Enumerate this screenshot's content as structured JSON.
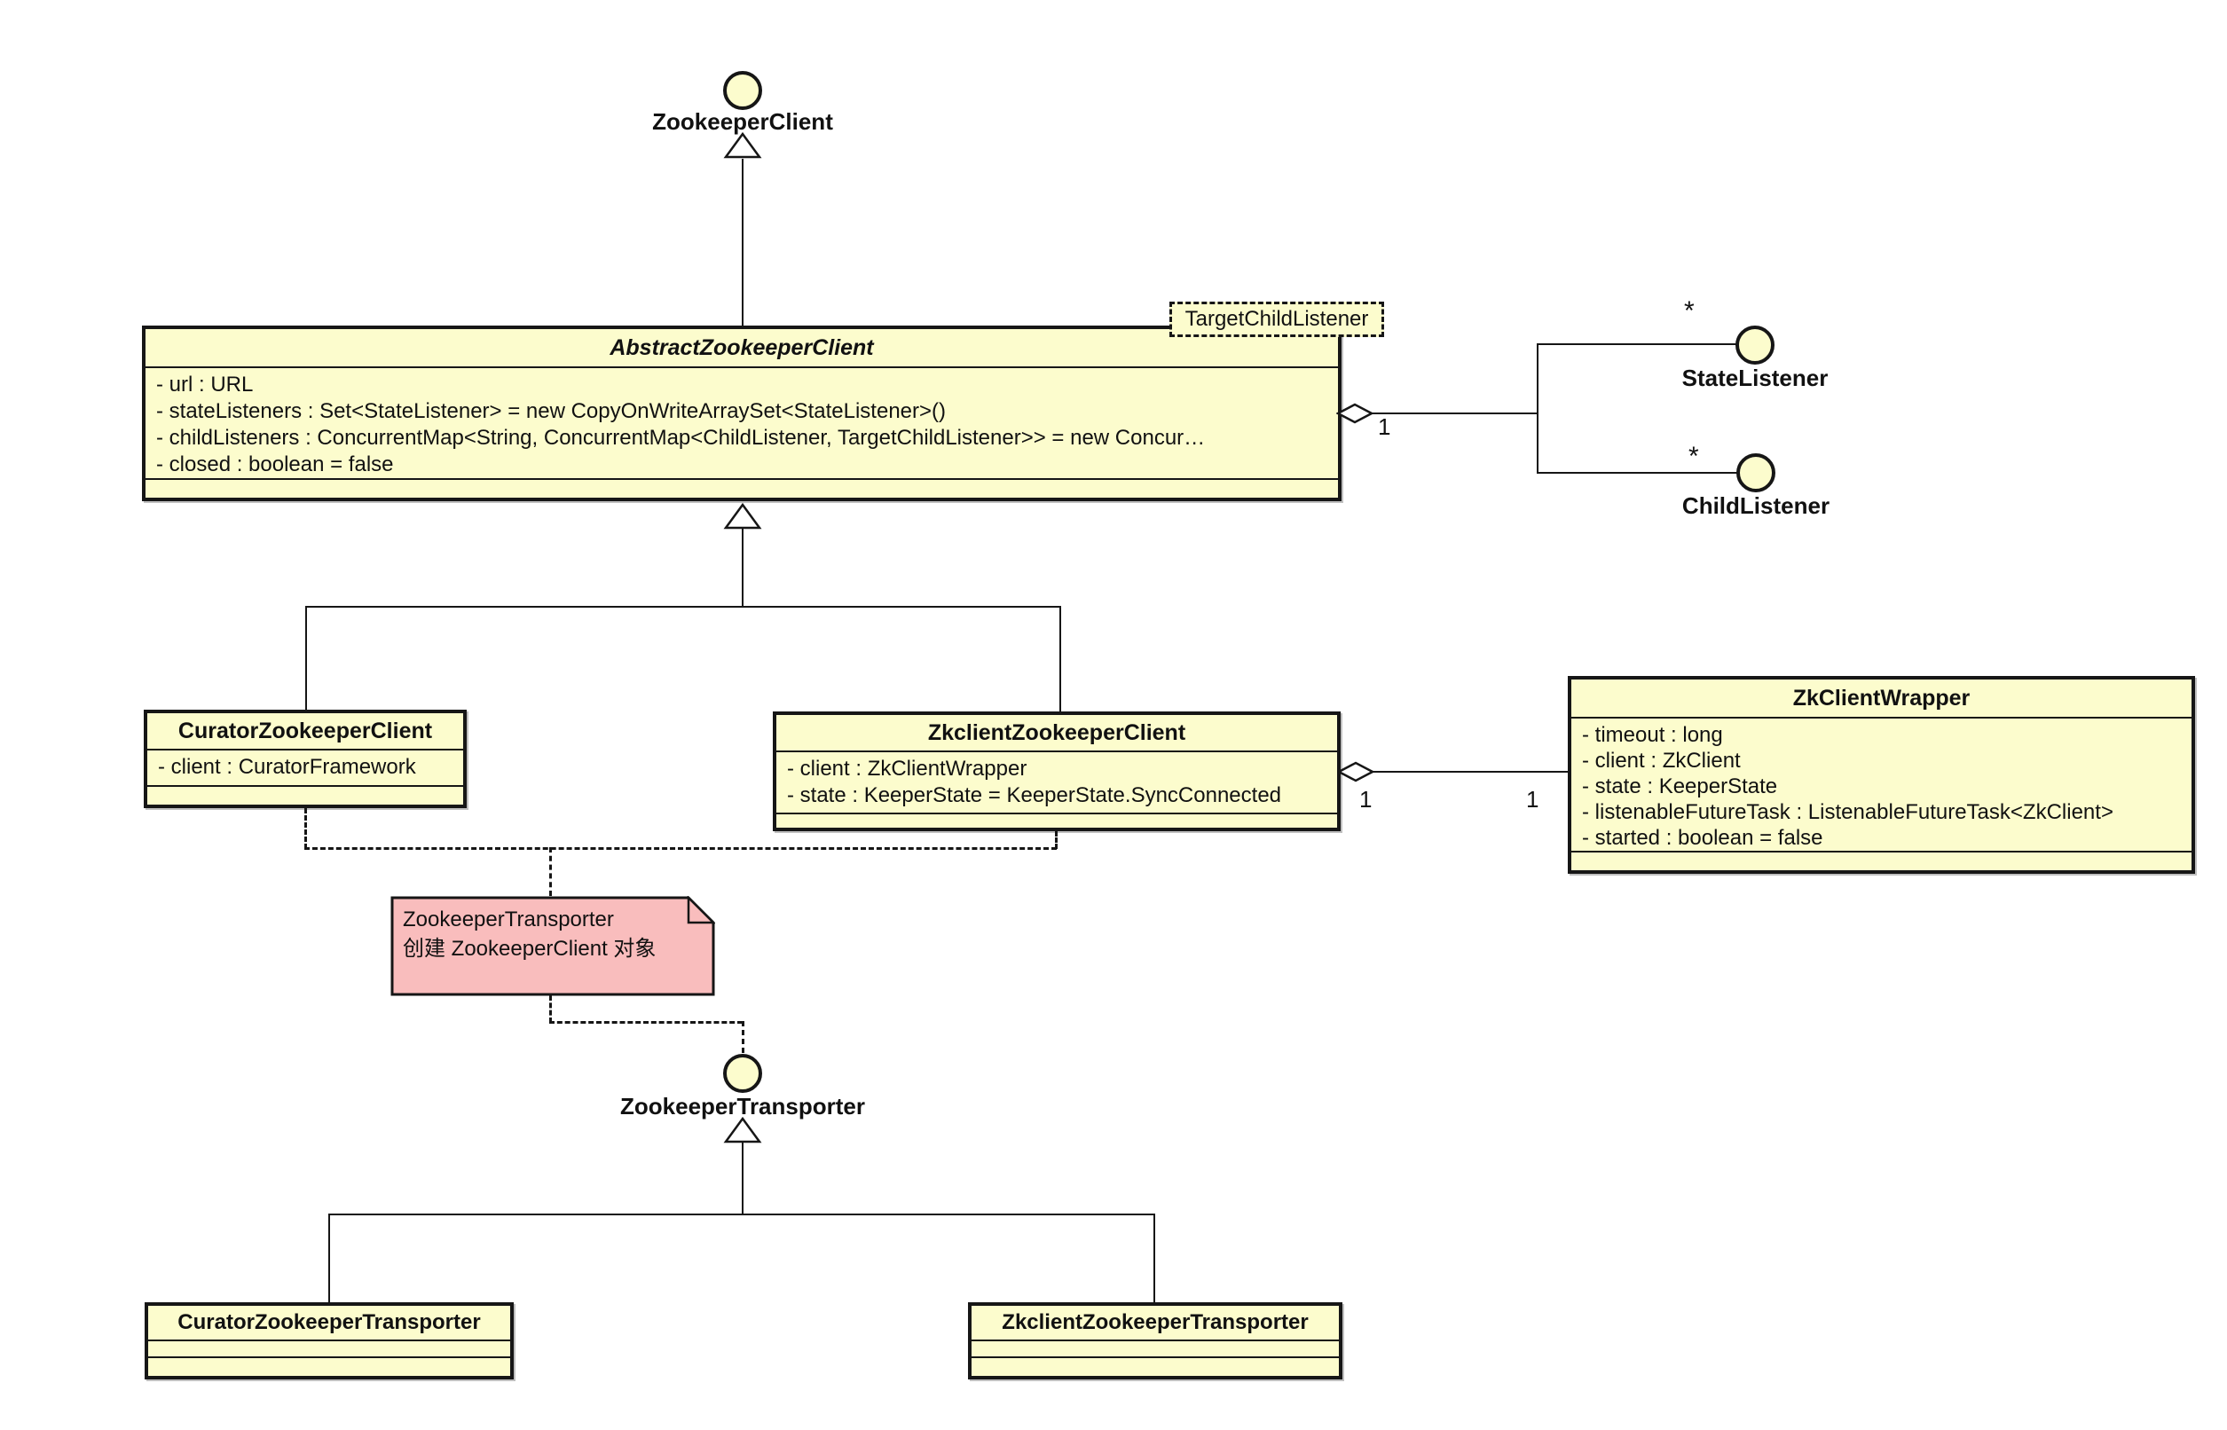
{
  "diagram": {
    "interfaces": {
      "zookeeper_client": {
        "name": "ZookeeperClient"
      },
      "state_listener": {
        "name": "StateListener",
        "multiplicity": "*"
      },
      "child_listener": {
        "name": "ChildListener",
        "multiplicity": "*"
      },
      "zookeeper_transporter": {
        "name": "ZookeeperTransporter"
      }
    },
    "classes": {
      "abstract": {
        "name": "AbstractZookeeperClient",
        "abstract": true,
        "attributes": [
          "- url : URL",
          "- stateListeners : Set<StateListener> = new CopyOnWriteArraySet<StateListener>()",
          "- childListeners : ConcurrentMap<String, ConcurrentMap<ChildListener, TargetChildListener>> = new Concur…",
          "- closed : boolean = false"
        ]
      },
      "curator_client": {
        "name": "CuratorZookeeperClient",
        "attributes": [
          "- client : CuratorFramework"
        ]
      },
      "zkclient_client": {
        "name": "ZkclientZookeeperClient",
        "attributes": [
          "- client : ZkClientWrapper",
          "- state : KeeperState = KeeperState.SyncConnected"
        ]
      },
      "zkclient_wrapper": {
        "name": "ZkClientWrapper",
        "attributes": [
          "- timeout : long",
          "- client : ZkClient",
          "- state : KeeperState",
          "- listenableFutureTask : ListenableFutureTask<ZkClient>",
          "- started : boolean = false"
        ]
      },
      "curator_transporter": {
        "name": "CuratorZookeeperTransporter"
      },
      "zkclient_transporter": {
        "name": "ZkclientZookeeperTransporter"
      }
    },
    "tag": {
      "label": "TargetChildListener"
    },
    "note": {
      "line1": "ZookeeperTransporter",
      "line2": "创建 ZookeeperClient 对象"
    },
    "labels": {
      "agg_listeners": "1",
      "agg_wrapper_left": "1",
      "agg_wrapper_right": "1"
    },
    "colors": {
      "class_fill": "#FCFCCD",
      "note_fill": "#F9BDBD",
      "border": "#161616",
      "background": "#FFFFFF"
    }
  }
}
